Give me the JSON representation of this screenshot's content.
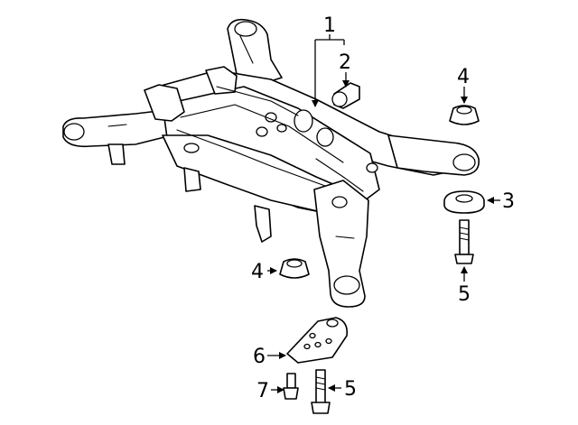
{
  "callouts": [
    {
      "id": "1",
      "text": "1"
    },
    {
      "id": "2",
      "text": "2"
    },
    {
      "id": "3",
      "text": "3"
    },
    {
      "id": "4a",
      "text": "4"
    },
    {
      "id": "4b",
      "text": "4"
    },
    {
      "id": "5a",
      "text": "5"
    },
    {
      "id": "5b",
      "text": "5"
    },
    {
      "id": "6",
      "text": "6"
    },
    {
      "id": "7",
      "text": "7"
    }
  ]
}
